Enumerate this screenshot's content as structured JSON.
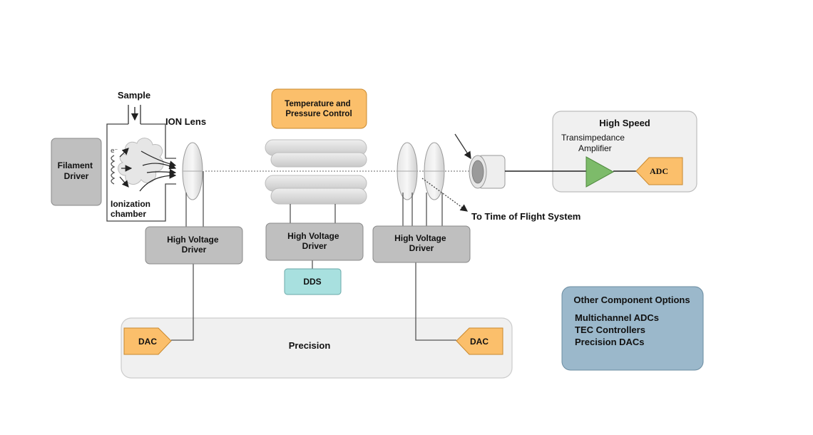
{
  "labels": {
    "sample": "Sample",
    "ion_lens": "ION Lens",
    "ionization_chamber": [
      "Ionization",
      "chamber"
    ],
    "tof_system": "To Time of Flight System",
    "electron_symbol": "e⁻"
  },
  "blocks": {
    "filament_driver": [
      "Filament",
      "Driver"
    ],
    "temp_pressure": [
      "Temperature and",
      "Pressure Control"
    ],
    "hv_driver_left": [
      "High Voltage",
      "Driver"
    ],
    "hv_driver_mid": [
      "High Voltage",
      "Driver"
    ],
    "hv_driver_right": [
      "High Voltage",
      "Driver"
    ],
    "dds": "DDS",
    "dac_left": "DAC",
    "dac_right": "DAC",
    "adc": "ADC"
  },
  "groups": {
    "high_speed_title": "High Speed",
    "transimpedance": [
      "Transimpedance",
      "Amplifier"
    ],
    "precision_title": "Precision"
  },
  "other_options": {
    "title": "Other Component Options",
    "items": [
      "Multichannel ADCs",
      "TEC Controllers",
      "Precision DACs"
    ]
  },
  "colors": {
    "driver_gray": "#bfbfbf",
    "panel_gray": "#f0f0f0",
    "orange": "#fbbf6b",
    "teal": "#a8e0df",
    "blue_gray": "#9bb8cb",
    "amp_green": "#7dbb6a"
  }
}
